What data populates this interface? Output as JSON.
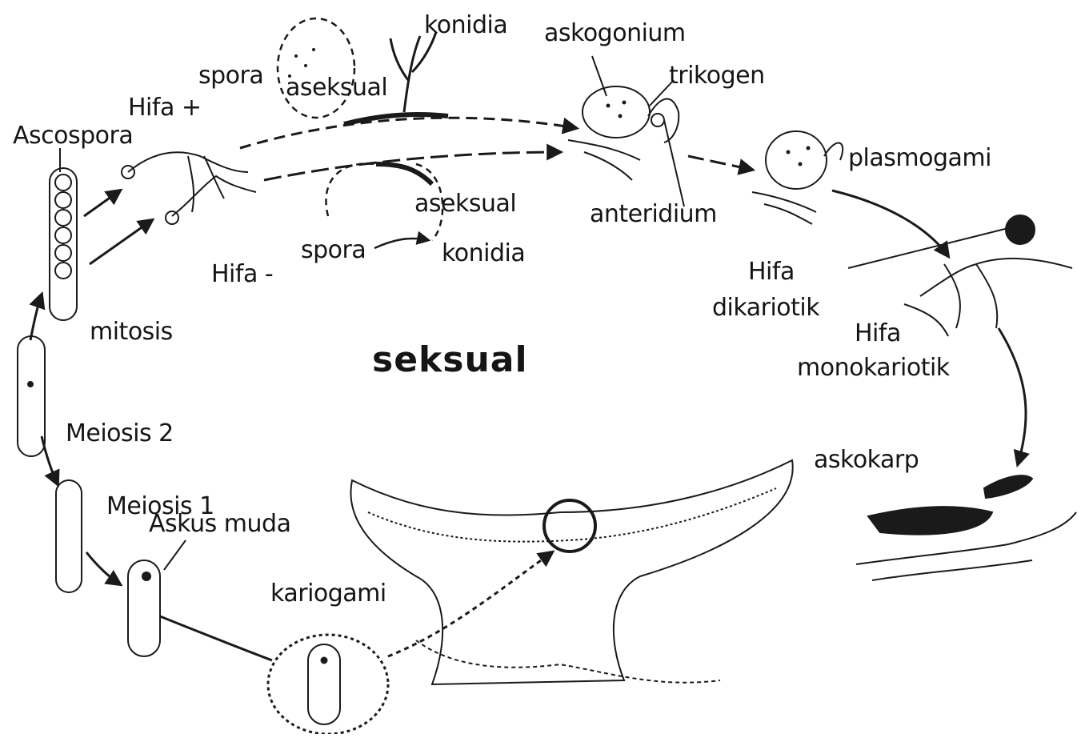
{
  "labels": {
    "konidia_top": "konidia",
    "askogonium": "askogonium",
    "spora_top": "spora",
    "aseksual_top": "aseksual",
    "trikogen": "trikogen",
    "hifa_plus": "Hifa +",
    "ascospora": "Ascospora",
    "plasmogami": "plasmogami",
    "aseksual_bottom": "aseksual",
    "anteridium": "anteridium",
    "spora_bottom": "spora",
    "konidia_bottom": "konidia",
    "hifa_minus": "Hifa -",
    "hifa_dikariotik_1": "Hifa",
    "hifa_dikariotik_2": "dikariotik",
    "hifa_monokariotik_1": "Hifa",
    "hifa_monokariotik_2": "monokariotik",
    "mitosis": "mitosis",
    "seksual": "seksual",
    "meiosis_2": "Meiosis 2",
    "askokarp": "askokarp",
    "meiosis_1": "Meiosis 1",
    "askus_muda": "Askus muda",
    "kariogami": "kariogami"
  },
  "colors": {
    "ink": "#1a1a1a",
    "background": "#ffffff"
  }
}
